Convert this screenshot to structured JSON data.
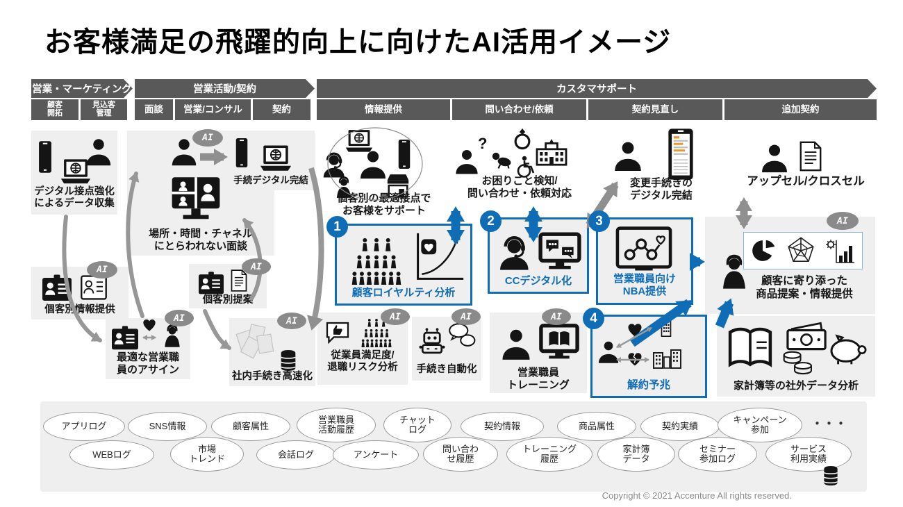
{
  "title": "お客様満足の飛躍的向上に向けたAI活用イメージ",
  "ai_label": "AI",
  "phases": {
    "sales_marketing": {
      "label": "営業・マーケティング",
      "steps": [
        "顧客\n開拓",
        "見込客\n管理"
      ]
    },
    "sales_contract": {
      "label": "営業活動/契約",
      "steps": [
        "面談",
        "営業/コンサル",
        "契約"
      ]
    },
    "customer_support": {
      "label": "カスタマサポート",
      "steps": [
        "情報提供",
        "問い合わせ/依頼",
        "契約見直し",
        "追加契約"
      ]
    }
  },
  "nodes": {
    "digital_contact": "デジタル接点強化\nによるデータ収集",
    "flexible_interview": "場所・時間・チャネル\nにとらわれない面談",
    "procedure_digital": "手続デジタル完結",
    "personal_info": "個客別情報提供",
    "optimal_assign": "最適な営業職\n員のアサイン",
    "personal_proposal": "個客別提案",
    "internal_speedup": "社内手続き高速化",
    "optimal_touchpoint": "個客別の最適接点で\nお客様をサポート",
    "trouble_detection": "お困りごと検知/\n問い合わせ・依頼対応",
    "change_procedure": "変更手続きの\nデジタル完結",
    "upsell": "アップセル/クロスセル",
    "employee_satisfaction": "従業員満足度/\n退職リスク分析",
    "procedure_automation": "手続き自動化",
    "staff_training": "営業職員\nトレーニング",
    "customer_proposal": "顧客に寄り添った\n商品提案・情報提供",
    "external_data": "家計簿等の社外データ分析"
  },
  "numbered_boxes": [
    {
      "num": "1",
      "label": "顧客ロイヤルティ分析"
    },
    {
      "num": "2",
      "label": "CCデジタル化"
    },
    {
      "num": "3",
      "label": "営業職員向け\nNBA提供"
    },
    {
      "num": "4",
      "label": "解約予兆"
    }
  ],
  "data_sources": {
    "row1": [
      "アプリログ",
      "SNS情報",
      "顧客属性",
      "営業職員\n活動履歴",
      "チャット\nログ",
      "契約情報",
      "商品属性",
      "契約実績",
      "キャンペーン\n参加"
    ],
    "row1_more": "・・・",
    "row2": [
      "WEBログ",
      "市場\nトレンド",
      "会話ログ",
      "アンケート",
      "問い合わ\nせ履歴",
      "トレーニング\n履歴",
      "家計簿\nデータ",
      "セミナー\n参加ログ",
      "サービス\n利用実績"
    ]
  },
  "colors": {
    "accent_blue": "#0f6db6",
    "header_gray": "#595959",
    "badge_gray": "#8a8a8a"
  },
  "footer": "Copyright © 2021 Accenture  All rights reserved."
}
